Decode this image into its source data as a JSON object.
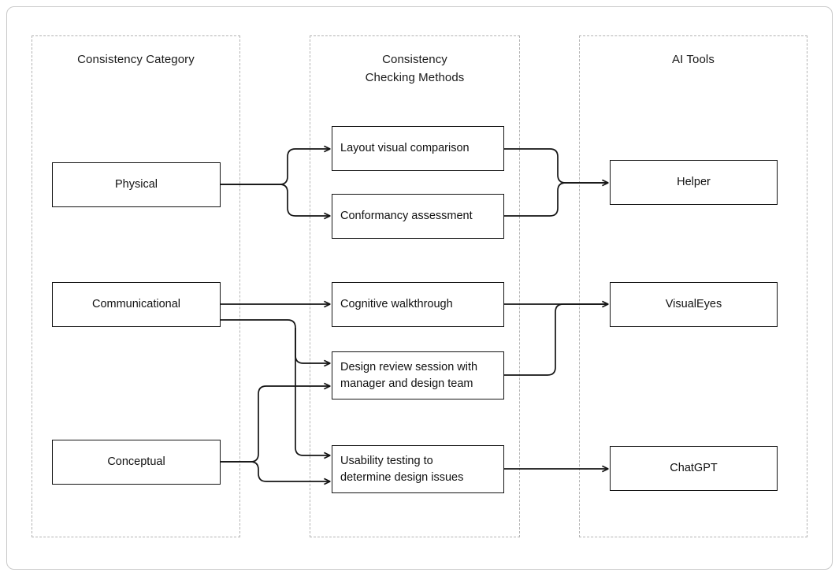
{
  "diagram": {
    "title_visible": false,
    "colors": {
      "node_border": "#141414",
      "lane_border": "#b3b3b3",
      "frame_border": "#c9c9c9",
      "connector": "#141414",
      "background": "#ffffff",
      "text": "#111111"
    },
    "lanes": [
      {
        "id": "lane-consistency-category",
        "title": "Consistency Category"
      },
      {
        "id": "lane-consistency-checking-methods",
        "title": "Consistency\nChecking Methods"
      },
      {
        "id": "lane-ai-tools",
        "title": "AI Tools"
      }
    ],
    "categories": [
      {
        "id": "physical",
        "label": "Physical"
      },
      {
        "id": "communicational",
        "label": "Communicational"
      },
      {
        "id": "conceptual",
        "label": "Conceptual"
      }
    ],
    "methods": [
      {
        "id": "layout-visual-comparison",
        "label": "Layout visual comparison"
      },
      {
        "id": "conformancy-assessment",
        "label": "Conformancy assessment"
      },
      {
        "id": "cognitive-walkthrough",
        "label": "Cognitive walkthrough"
      },
      {
        "id": "design-review-session",
        "label": "Design review session with\nmanager and design team"
      },
      {
        "id": "usability-testing",
        "label": "Usability testing to\ndetermine design issues"
      }
    ],
    "tools": [
      {
        "id": "helper",
        "label": "Helper"
      },
      {
        "id": "visualeyes",
        "label": "VisualEyes"
      },
      {
        "id": "chatgpt",
        "label": "ChatGPT"
      }
    ],
    "connections": [
      {
        "from": "physical",
        "to": "layout-visual-comparison"
      },
      {
        "from": "physical",
        "to": "conformancy-assessment"
      },
      {
        "from": "communicational",
        "to": "cognitive-walkthrough"
      },
      {
        "from": "communicational",
        "to": "design-review-session"
      },
      {
        "from": "communicational",
        "to": "usability-testing"
      },
      {
        "from": "conceptual",
        "to": "design-review-session"
      },
      {
        "from": "conceptual",
        "to": "usability-testing"
      },
      {
        "from": "layout-visual-comparison",
        "to": "helper"
      },
      {
        "from": "conformancy-assessment",
        "to": "helper"
      },
      {
        "from": "cognitive-walkthrough",
        "to": "visualeyes"
      },
      {
        "from": "design-review-session",
        "to": "visualeyes"
      },
      {
        "from": "usability-testing",
        "to": "chatgpt"
      }
    ]
  }
}
